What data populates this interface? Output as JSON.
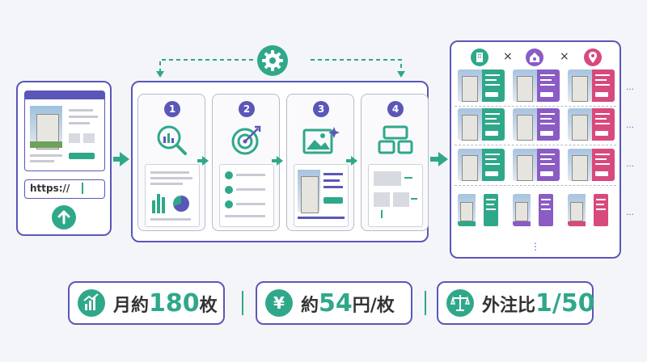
{
  "url_input": "https://",
  "steps": [
    {
      "number": "1",
      "icon": "analytics-search-icon"
    },
    {
      "number": "2",
      "icon": "target-icon"
    },
    {
      "number": "3",
      "icon": "ai-image-icon"
    },
    {
      "number": "4",
      "icon": "layout-icon"
    }
  ],
  "combos": {
    "times": "×"
  },
  "grid_ellipsis_right": "⋮",
  "grid_ellipsis_bottom": "⋮",
  "stats": [
    {
      "icon": "growth-chart-icon",
      "prefix": "月約",
      "number": "180",
      "unit": "枚"
    },
    {
      "icon": "yen-icon",
      "prefix": "約",
      "number": "54",
      "unit": "円/枚"
    },
    {
      "icon": "scale-icon",
      "prefix": "外注比",
      "number": "1/50",
      "unit": ""
    }
  ],
  "colors": {
    "accent": "#2fa88a",
    "border": "#5a57b8",
    "purple": "#8a5cc4",
    "pink": "#d8497e"
  }
}
